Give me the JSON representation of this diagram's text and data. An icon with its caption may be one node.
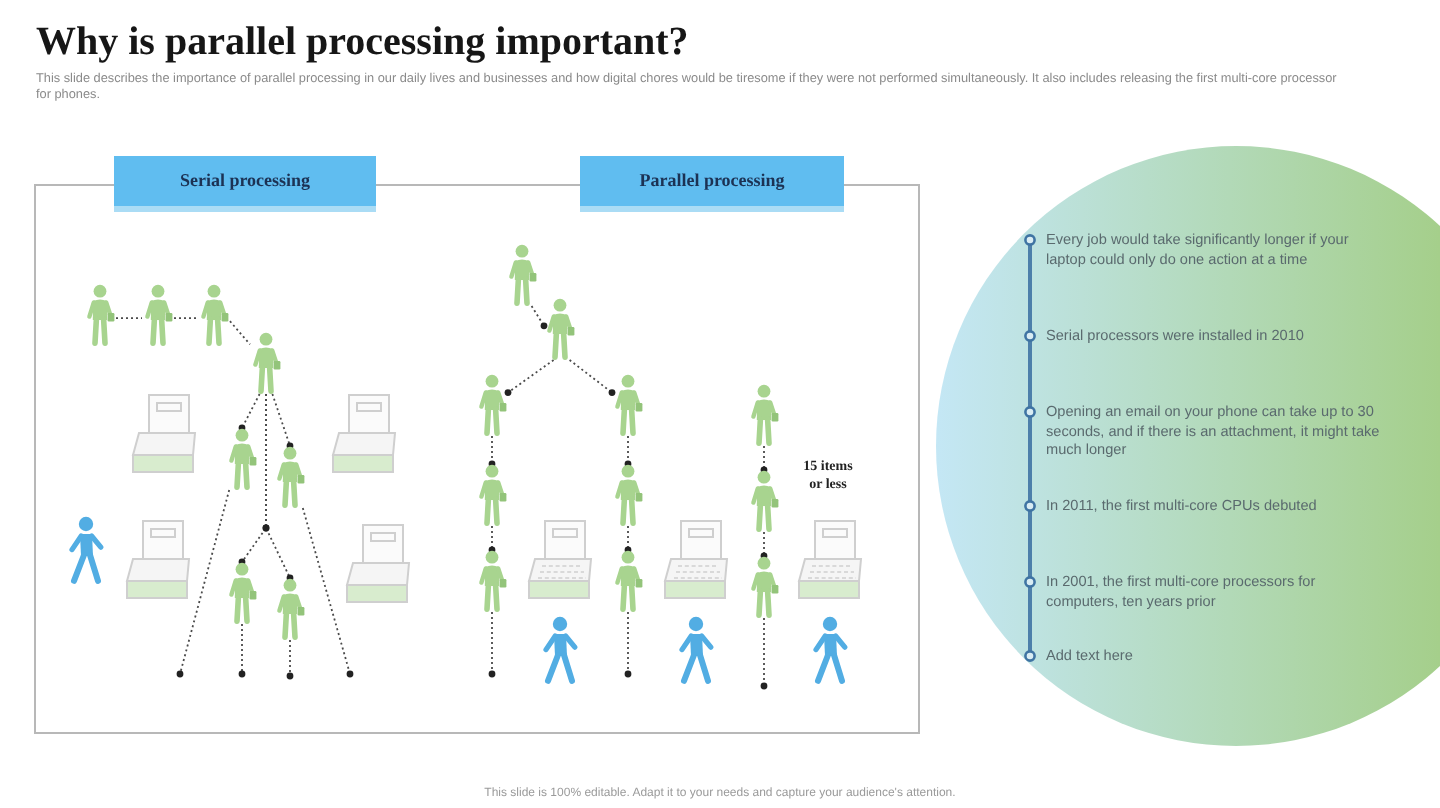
{
  "diagram": {
    "title": "Why is parallel processing important?",
    "nodes": [
      {
        "text": [],
        "shape": "box"
      },
      {
        "text": [
          "Serial processing"
        ]
      },
      {
        "text": [
          "Parallel processing"
        ]
      },
      {
        "text": [],
        "shape": "person",
        "in": 0
      },
      {
        "text": [],
        "shape": "person",
        "in": 0
      },
      {
        "text": [],
        "shape": "person",
        "in": 0
      },
      {
        "text": [],
        "shape": "person",
        "in": 0
      },
      {
        "text": [],
        "shape": "person",
        "in": 0
      },
      {
        "text": [],
        "shape": "person",
        "in": 0
      },
      {
        "text": [],
        "shape": "person",
        "in": 0
      },
      {
        "text": [],
        "shape": "person",
        "in": 0
      },
      {
        "text": [],
        "shape": "person",
        "in": 0
      },
      {
        "text": [],
        "shape": "person",
        "in": 0
      },
      {
        "text": [],
        "shape": "person",
        "in": 0
      },
      {
        "text": [],
        "shape": "person",
        "in": 0
      },
      {
        "text": [],
        "shape": "person",
        "in": 0
      },
      {
        "text": [],
        "shape": "person",
        "in": 0
      },
      {
        "text": [],
        "shape": "person",
        "in": 0
      },
      {
        "text": [],
        "shape": "person",
        "in": 0
      },
      {
        "text": [],
        "shape": "person",
        "in": 0
      },
      {
        "text": [],
        "shape": "person",
        "in": 0
      },
      {
        "text": [],
        "shape": "person",
        "in": 0
      },
      {
        "text": [
          "Every job would take significantly longer if your laptop could only do one action at a time",
          "Serial processors were installed in 2010",
          "Opening an email on your phone can take up to 30 seconds, and if there is an attachment, it might take much longer",
          "In 2011, the first multi-core CPUs debuted",
          "In 2001, the first multi-core processors for computers, ten years prior",
          "Add text here"
        ]
      }
    ],
    "edges": [
      {
        "from": 3,
        "to": 4,
        "arrow": "none"
      },
      {
        "from": 4,
        "to": 5,
        "arrow": "none"
      },
      {
        "from": 5,
        "to": 6,
        "arrow": "none"
      },
      {
        "from": 6,
        "to": 7,
        "arrow": "other"
      },
      {
        "from": 6,
        "to": 8,
        "arrow": "other"
      },
      {
        "from": 6,
        "to": 9,
        "arrow": "other"
      },
      {
        "from": 6,
        "to": 10,
        "arrow": "other"
      },
      {
        "from": 7,
        "to": null,
        "arrow": "other"
      },
      {
        "from": 8,
        "to": null,
        "arrow": "other"
      },
      {
        "from": 9,
        "to": null,
        "arrow": "other"
      },
      {
        "from": 10,
        "to": null,
        "arrow": "other"
      },
      {
        "from": 11,
        "to": 12,
        "arrow": "other"
      },
      {
        "from": 12,
        "to": 13,
        "arrow": "other"
      },
      {
        "from": 12,
        "to": 16,
        "arrow": "other"
      },
      {
        "from": 13,
        "to": 14,
        "arrow": "other"
      },
      {
        "from": 14,
        "to": 15,
        "arrow": "other"
      },
      {
        "from": 15,
        "to": null,
        "arrow": "other"
      },
      {
        "from": 16,
        "to": 17,
        "arrow": "other"
      },
      {
        "from": 17,
        "to": 18,
        "arrow": "other"
      },
      {
        "from": 18,
        "to": null,
        "arrow": "other"
      },
      {
        "from": 19,
        "to": 20,
        "arrow": "other"
      },
      {
        "from": 20,
        "to": 21,
        "arrow": "other"
      },
      {
        "from": 21,
        "to": null,
        "arrow": "other"
      }
    ],
    "labels": [
      "This slide describes the importance of parallel processing in our daily lives and businesses and how digital chores would be tiresome if they were not performed simultaneously. It also includes releasing the first multi-core processor for phones.",
      "15 items or less",
      "This slide is 100% editable. Adapt it to your needs and capture your audience's attention."
    ]
  }
}
